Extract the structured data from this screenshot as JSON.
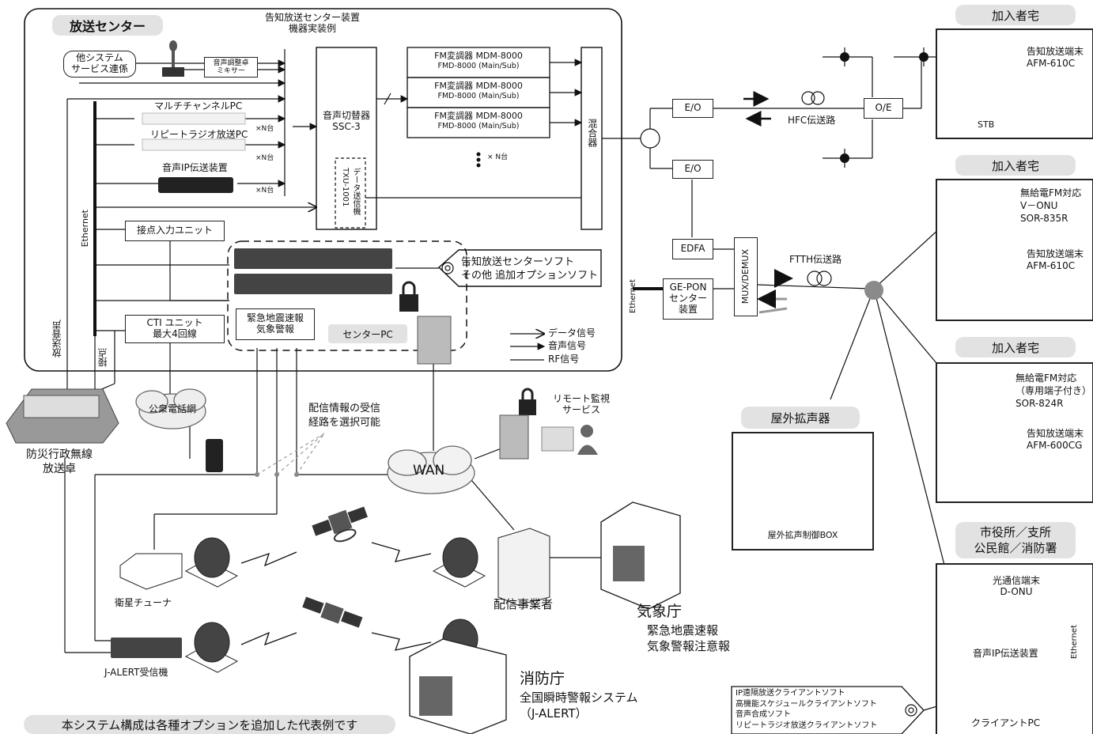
{
  "center": {
    "title": "放送センター",
    "equip_title_1": "告知放送センター装置",
    "equip_title_2": "機器実装例",
    "other_system_1": "他システム",
    "other_system_2": "サービス連係",
    "mixer_1": "音声調整卓",
    "mixer_2": "ミキサー",
    "multichannel_pc": "マルチチャンネルPC",
    "repeat_radio_pc": "リピートラジオ放送PC",
    "audio_ip_device": "音声IP伝送装置",
    "times_n": "×N台",
    "switcher_1": "音声切替器",
    "switcher_2": "SSC-3",
    "data_tx_1": "データ送信機",
    "data_tx_2": "TXU-1001",
    "fm_mod_1": "FM変調器 MDM-8000",
    "fm_mod_2": "FMD-8000 (Main/Sub)",
    "times_n_small": "× N台",
    "mixer_combiner": "混合器",
    "ethernet": "Ethernet",
    "contact_unit": "接点入力ユニット",
    "cti_1": "CTI ユニット",
    "cti_2": "最大4回線",
    "eq_1": "緊急地震速報",
    "eq_2": "気象警報",
    "center_pc": "センターPC",
    "software_1": "告知放送センターソフト",
    "software_2": "その他 追加オプションソフト",
    "broadcast_audio": "放送音声",
    "contact": "接点"
  },
  "legend": {
    "data": "データ信号",
    "audio": "音声信号",
    "rf": "RF信号"
  },
  "network": {
    "eo": "E/O",
    "oe": "O/E",
    "hfc": "HFC伝送路",
    "edfa": "EDFA",
    "mux": "MUX/DEMUX",
    "ftth": "FTTH伝送路",
    "gepon_1": "GE-PON",
    "gepon_2": "センター",
    "gepon_3": "装置",
    "ethernet": "Ethernet"
  },
  "homes": [
    {
      "title": "加入者宅",
      "line1": "告知放送端末",
      "line2": "AFM-610C",
      "stb": "STB"
    },
    {
      "title": "加入者宅",
      "a1": "無給電FM対応",
      "a2": "V－ONU",
      "a3": "SOR-835R",
      "b1": "告知放送端末",
      "b2": "AFM-610C"
    },
    {
      "title": "加入者宅",
      "a1": "無給電FM対応",
      "a2": "（専用端子付き）",
      "a3": "SOR-824R",
      "b1": "告知放送端末",
      "b2": "AFM-600CG"
    }
  ],
  "city": {
    "title_1": "市役所／支所",
    "title_2": "公民館／消防署",
    "onu_1": "光通信端末",
    "onu_2": "D-ONU",
    "audio_ip": "音声IP伝送装置",
    "client_pc": "クライアントPC",
    "ethernet": "Ethernet"
  },
  "outdoor": {
    "title": "屋外拡声器",
    "box": "屋外拡声制御BOX"
  },
  "bottom": {
    "desk_1": "防災行政無線",
    "desk_2": "放送卓",
    "phone_net": "公衆電話網",
    "route_1": "配信情報の受信",
    "route_2": "経路を選択可能",
    "wan": "WAN",
    "remote_1": "リモート監視",
    "remote_2": "サービス",
    "sat_tuner": "衛星チューナ",
    "jalert_rx": "J-ALERT受信機",
    "provider": "配信事業者",
    "jma": "気象庁",
    "jma_1": "緊急地震速報",
    "jma_2": "気象警報注意報",
    "fdma": "消防庁",
    "fdma_1": "全国瞬時警報システム",
    "fdma_2": "（J-ALERT）",
    "note": "本システム構成は各種オプションを追加した代表例です"
  },
  "client_software": [
    "IP遠隔放送クライアントソフト",
    "高機能スケジュールクライアントソフト",
    "音声合成ソフト",
    "リピートラジオ放送クライアントソフト"
  ]
}
